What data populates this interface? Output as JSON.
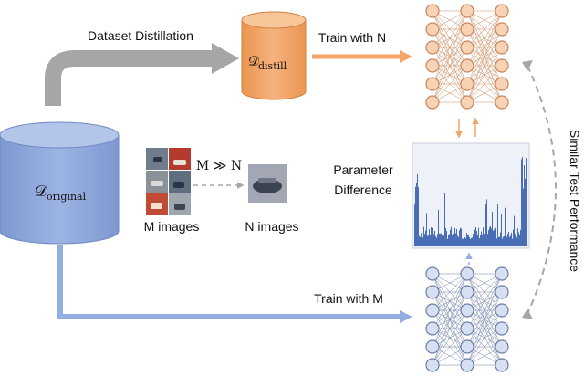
{
  "labels": {
    "dataset_distillation": "Dataset Distillation",
    "train_with_n": "Train with N",
    "train_with_m": "Train with M",
    "m_images": "M images",
    "n_images": "N images",
    "relation": "M ≫ N",
    "parameter_difference_line1": "Parameter",
    "parameter_difference_line2": "Difference",
    "similar_test_performance": "Similar Test Performance",
    "d_original_symbol": "𝒟",
    "d_original_sub": "original",
    "d_distill_symbol": "𝒟",
    "d_distill_sub": "distill"
  },
  "colors": {
    "original_cylinder": "#8fa8dc",
    "original_cylinder_top": "#b3c6ea",
    "distill_cylinder": "#f0a060",
    "distill_cylinder_top": "#f7c79a",
    "gray_arrow": "#a6a6a6",
    "orange_arrow": "#f4a468",
    "blue_arrow": "#93aee0",
    "network_orange_node": "#f7d2b5",
    "network_orange_stroke": "#c9875a",
    "network_blue_node": "#d7e0f3",
    "network_blue_stroke": "#6d7fa6",
    "histogram_fill": "#4a6eb5",
    "histogram_bg": "#eef1f8",
    "dashed_arrow": "#a6a6a6"
  },
  "icons": {
    "original_dataset": "cylinder-database-icon",
    "distilled_dataset": "cylinder-database-icon",
    "network": "neural-network-icon"
  }
}
